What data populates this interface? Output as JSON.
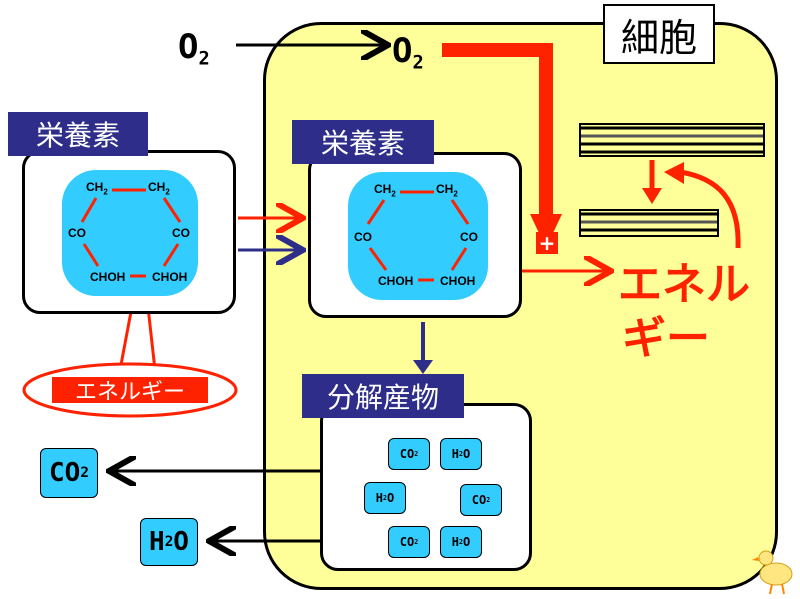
{
  "cell": {
    "label": "細胞"
  },
  "oxygen": {
    "outside": {
      "main": "O",
      "sub": "2"
    },
    "inside": {
      "main": "O",
      "sub": "2"
    }
  },
  "nutrient_outside": {
    "label": "栄養素",
    "ring": {
      "top_left": "CH",
      "top_right": "CH",
      "sub": "2",
      "mid_left": "CO",
      "mid_right": "CO",
      "bottom_left": "CHOH",
      "bottom_right": "CHOH"
    }
  },
  "nutrient_inside": {
    "label": "栄養素",
    "ring": {
      "top_left": "CH",
      "top_right": "CH",
      "sub": "2",
      "mid_left": "CO",
      "mid_right": "CO",
      "bottom_left": "CHOH",
      "bottom_right": "CHOH"
    }
  },
  "energy_bond_label": "エネルギー",
  "energy_output": {
    "line1": "エネル",
    "line2": "ギー"
  },
  "plus_sign": "+",
  "products": {
    "label": "分解産物",
    "molecules": [
      {
        "main": "CO",
        "sub": "2"
      },
      {
        "main": "H",
        "sub": "2",
        "tail": "O"
      },
      {
        "main": "H",
        "sub": "2",
        "tail": "O"
      },
      {
        "main": "CO",
        "sub": "2"
      },
      {
        "main": "CO",
        "sub": "2"
      },
      {
        "main": "H",
        "sub": "2",
        "tail": "O"
      }
    ]
  },
  "released": {
    "co2": {
      "main": "CO",
      "sub": "2"
    },
    "h2o": {
      "main": "H",
      "sub": "2",
      "tail": "O"
    }
  },
  "colors": {
    "cell": "#ffff99",
    "label_bg": "#2e2e8a",
    "molecule": "#33ccff",
    "red": "#ff2200",
    "navy": "#2e2e8a"
  }
}
